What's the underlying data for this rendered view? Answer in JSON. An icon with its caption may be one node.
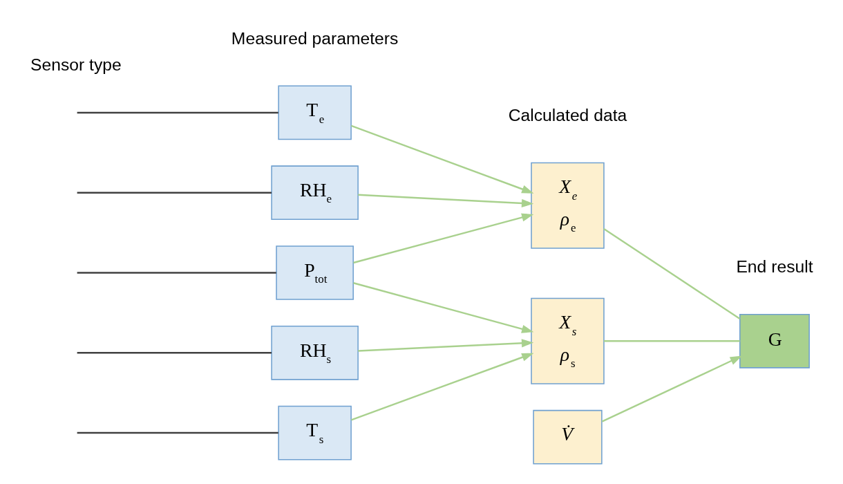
{
  "diagram": {
    "nodes": [
      {
        "text": [
          "RH$_{s}$"
        ]
      },
      {
        "text": [
          "T$_{s}$"
        ]
      },
      {
        "text": [
          "P$_{tot}$"
        ]
      },
      {
        "text": [
          "RH$_{e}$"
        ]
      },
      {
        "text": [
          "T$_{e}$"
        ]
      },
      {
        "text": [
          "*X$_{s}$*",
          "*ρ*$_{s}$"
        ]
      },
      {
        "text": [
          "*X$_{e}$*",
          "*ρ*$_{e}$"
        ]
      },
      {
        "text": [
          "*V̇*"
        ]
      },
      {
        "text": [
          "G"
        ]
      }
    ],
    "edges": [
      {
        "from": null,
        "to": 0,
        "arrow": "none",
        "color": "#404040"
      },
      {
        "from": null,
        "to": 1,
        "arrow": "none",
        "color": "#404040"
      },
      {
        "from": null,
        "to": 2,
        "arrow": "none",
        "color": "#404040"
      },
      {
        "from": null,
        "to": 3,
        "arrow": "none",
        "color": "#404040"
      },
      {
        "from": null,
        "to": 4,
        "arrow": "none",
        "color": "#404040"
      },
      {
        "from": 0,
        "to": 5,
        "arrow": "to"
      },
      {
        "from": 1,
        "to": 5,
        "arrow": "to"
      },
      {
        "from": 2,
        "to": 5,
        "arrow": "to"
      },
      {
        "from": 2,
        "to": 6,
        "arrow": "to"
      },
      {
        "from": 3,
        "to": 6,
        "arrow": "to"
      },
      {
        "from": 4,
        "to": 6,
        "arrow": "to"
      },
      {
        "from": 5,
        "to": 8,
        "arrow": "none"
      },
      {
        "from": 6,
        "to": 8,
        "arrow": "none"
      },
      {
        "from": 7,
        "to": 8,
        "arrow": "to"
      }
    ],
    "labels": [
      "Sensor type",
      "Measured parameters",
      "Calculated data",
      "End result"
    ]
  }
}
